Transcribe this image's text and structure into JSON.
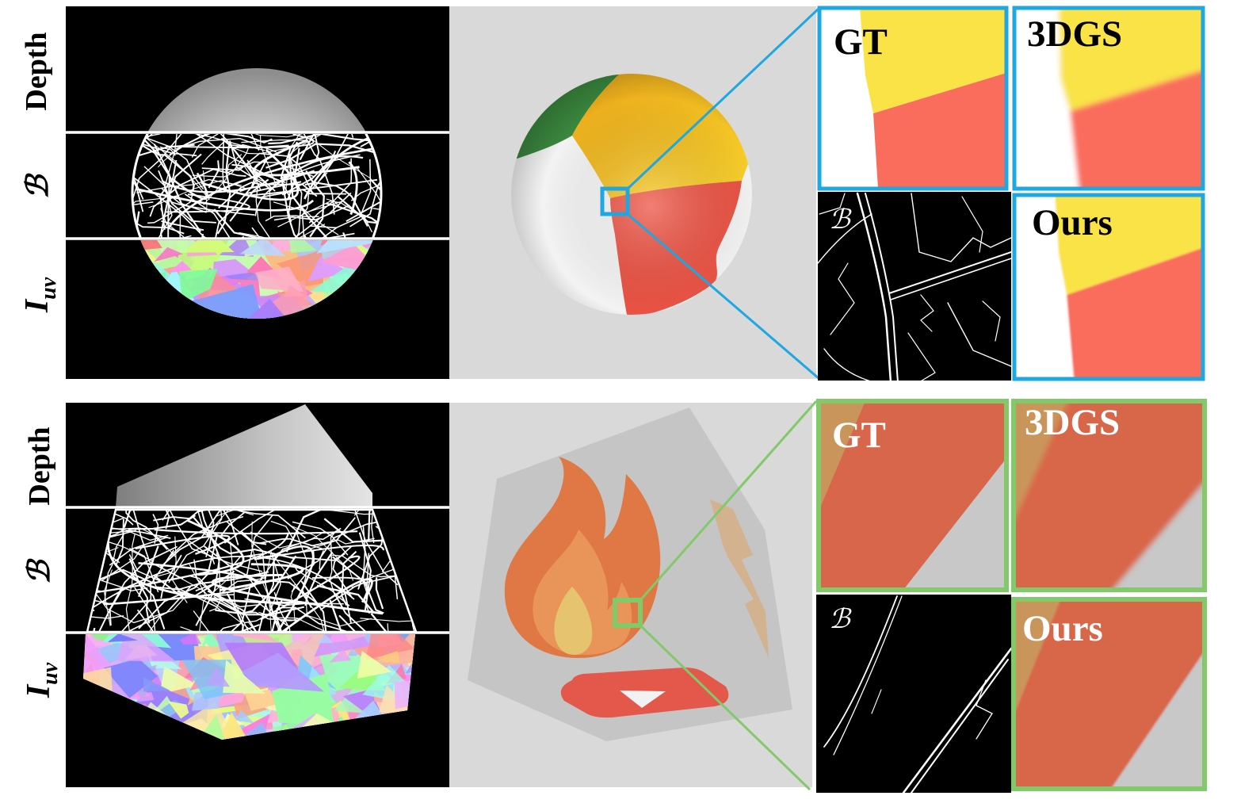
{
  "rows": [
    {
      "row_labels": {
        "depth": "Depth",
        "boundary": "ℬ",
        "uv_symbol": "I",
        "uv_subscript": "uv"
      },
      "crop_labels": {
        "gt": "GT",
        "baseline": "3DGS",
        "boundary": "ℬ",
        "ours": "Ours"
      }
    },
    {
      "row_labels": {
        "depth": "Depth",
        "boundary": "ℬ",
        "uv_symbol": "I",
        "uv_subscript": "uv"
      },
      "crop_labels": {
        "gt": "GT",
        "baseline": "3DGS",
        "boundary": "ℬ",
        "ours": "Ours"
      }
    }
  ],
  "colors": {
    "background": "#ffffff",
    "left_panel": "#000000",
    "render_panel": "#d9d9d9",
    "zoom_top": "#1ea7e1",
    "zoom_bottom": "#82c96a",
    "crop_label_top": "#000000",
    "crop_label_bottom": "#ffffff"
  }
}
